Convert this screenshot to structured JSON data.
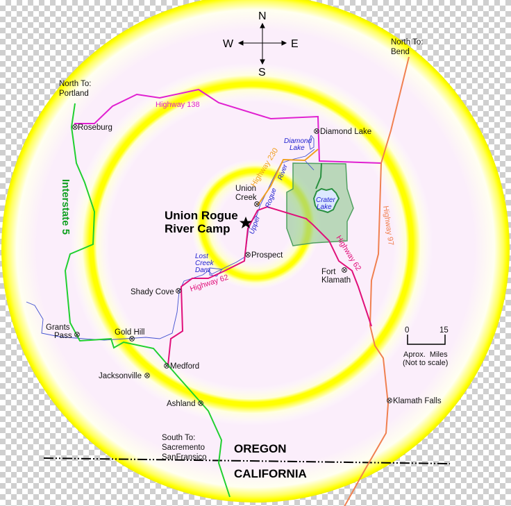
{
  "title": {
    "line1": "Union Rogue",
    "line2": "River Camp"
  },
  "compass": {
    "n": "N",
    "s": "S",
    "e": "E",
    "w": "W"
  },
  "directions": {
    "portland": {
      "line1": "North To:",
      "line2": "Portland"
    },
    "bend": {
      "line1": "North To:",
      "line2": "Bend"
    },
    "south": {
      "line1": "South To:",
      "line2": "Sacremento",
      "line3": "SanFransico"
    }
  },
  "cities": {
    "roseburg": "Roseburg",
    "diamond_lake": "Diamond Lake",
    "union_creek": {
      "line1": "Union",
      "line2": "Creek"
    },
    "prospect": "Prospect",
    "fort_klamath": {
      "line1": "Fort",
      "line2": "Klamath"
    },
    "shady_cove": "Shady Cove",
    "grants_pass": {
      "line1": "Grants",
      "line2": "Pass"
    },
    "gold_hill": "Gold Hill",
    "medford": "Medford",
    "jacksonville": "Jacksonville",
    "ashland": "Ashland",
    "klamath_falls": "Klamath Falls"
  },
  "water": {
    "diamond_lake": {
      "line1": "Diamond",
      "line2": "Lake"
    },
    "crater_lake": {
      "line1": "Crater",
      "line2": "Lake"
    },
    "lost_creek": {
      "line1": "Lost",
      "line2": "Creek",
      "line3": "Dam"
    },
    "river": {
      "upper": "Upper",
      "rogue": "Rogue",
      "river": "River"
    }
  },
  "highways": {
    "hw138": "Highway 138",
    "hw230": "Highway 230",
    "hw62a": "Highway 62",
    "hw62b": "Highway 62",
    "hw97": "Highway 97",
    "i5": "Interstate 5"
  },
  "states": {
    "north": "OREGON",
    "south": "CALIFORNIA"
  },
  "scale": {
    "min": "0",
    "max": "15",
    "unit_line1": "Aprox.  Miles",
    "unit_line2": "(Not to scale)"
  },
  "colors": {
    "hw138": "#e020d0",
    "hw62": "#e0107a",
    "hw97": "#f08050",
    "hw230": "#f0a020",
    "i5": "#20d030",
    "river": "#4050d0",
    "park": "#a8d8a8",
    "ring": "#ffff00",
    "land": "#fbeefb"
  }
}
